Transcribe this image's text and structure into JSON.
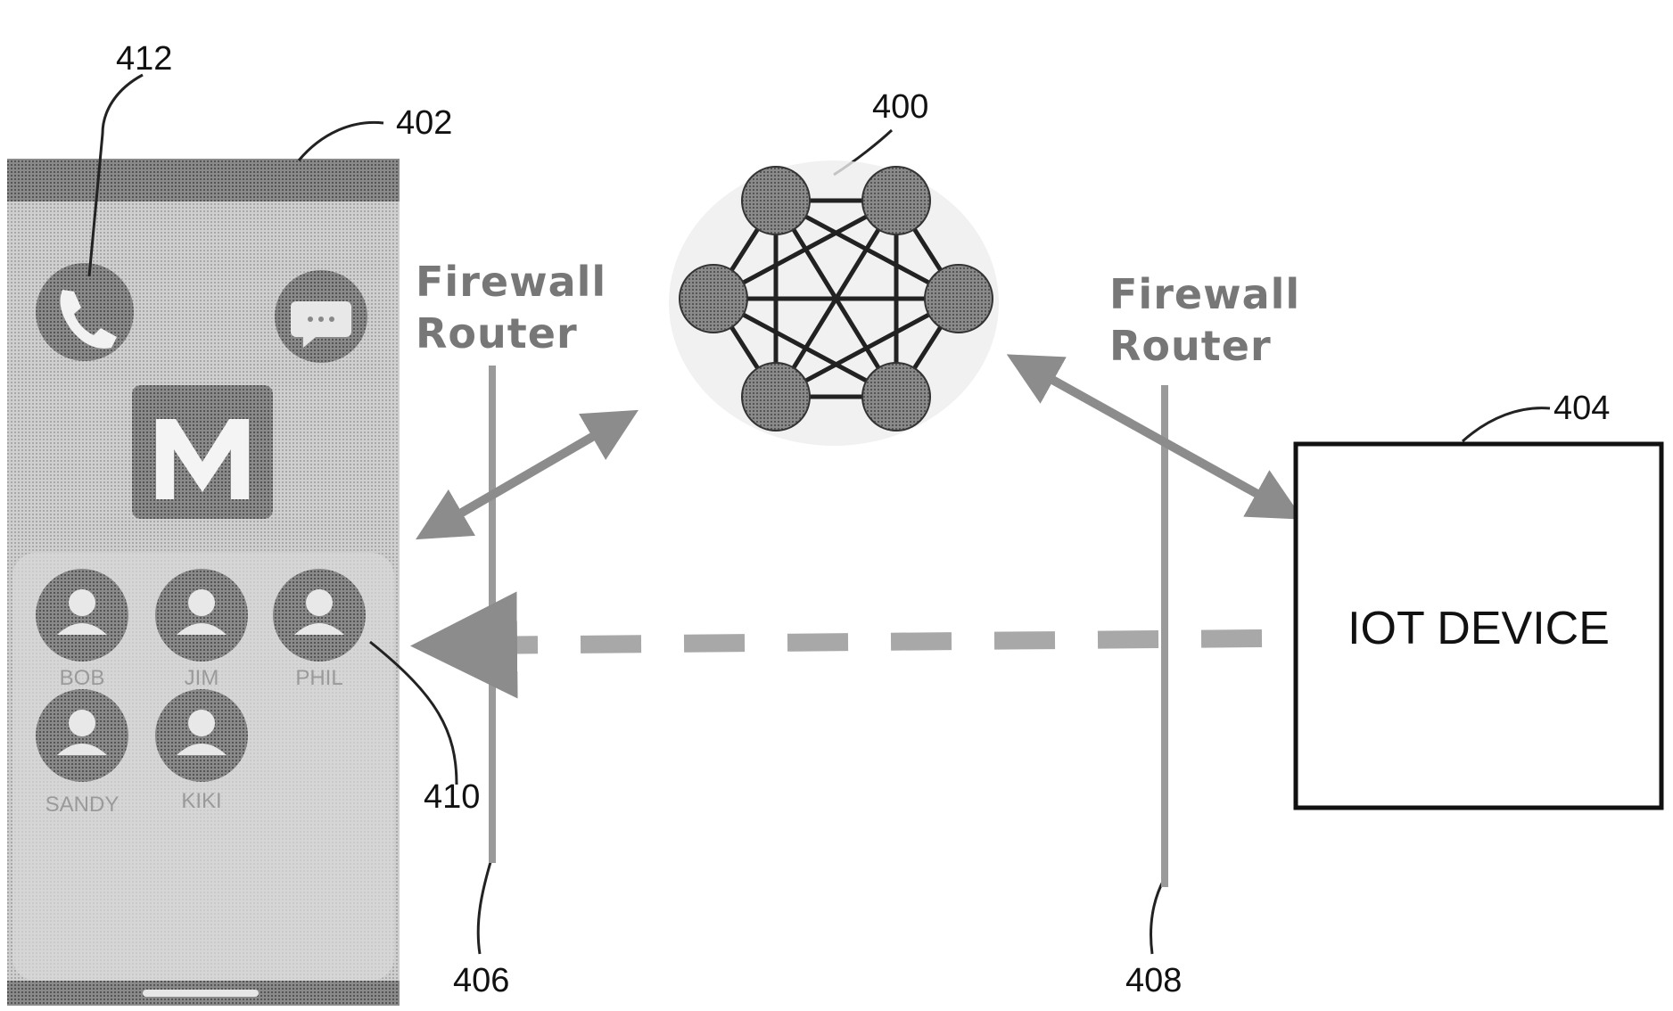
{
  "labels": {
    "ref_412": "412",
    "ref_402": "402",
    "ref_400": "400",
    "ref_404": "404",
    "ref_410": "410",
    "ref_406": "406",
    "ref_408": "408",
    "firewall_left_line1": "Firewall",
    "firewall_left_line2": "Router",
    "firewall_right_line1": "Firewall",
    "firewall_right_line2": "Router",
    "iot_device": "IOT DEVICE"
  },
  "phone": {
    "contacts": [
      "BOB",
      "JIM",
      "PHIL",
      "SANDY",
      "KIKI"
    ]
  },
  "colors": {
    "phone_body": "#bdbdbd",
    "phone_bar": "#555555",
    "node": "#666666",
    "arrow": "#9a9a9a",
    "firewall_text": "#777777"
  }
}
